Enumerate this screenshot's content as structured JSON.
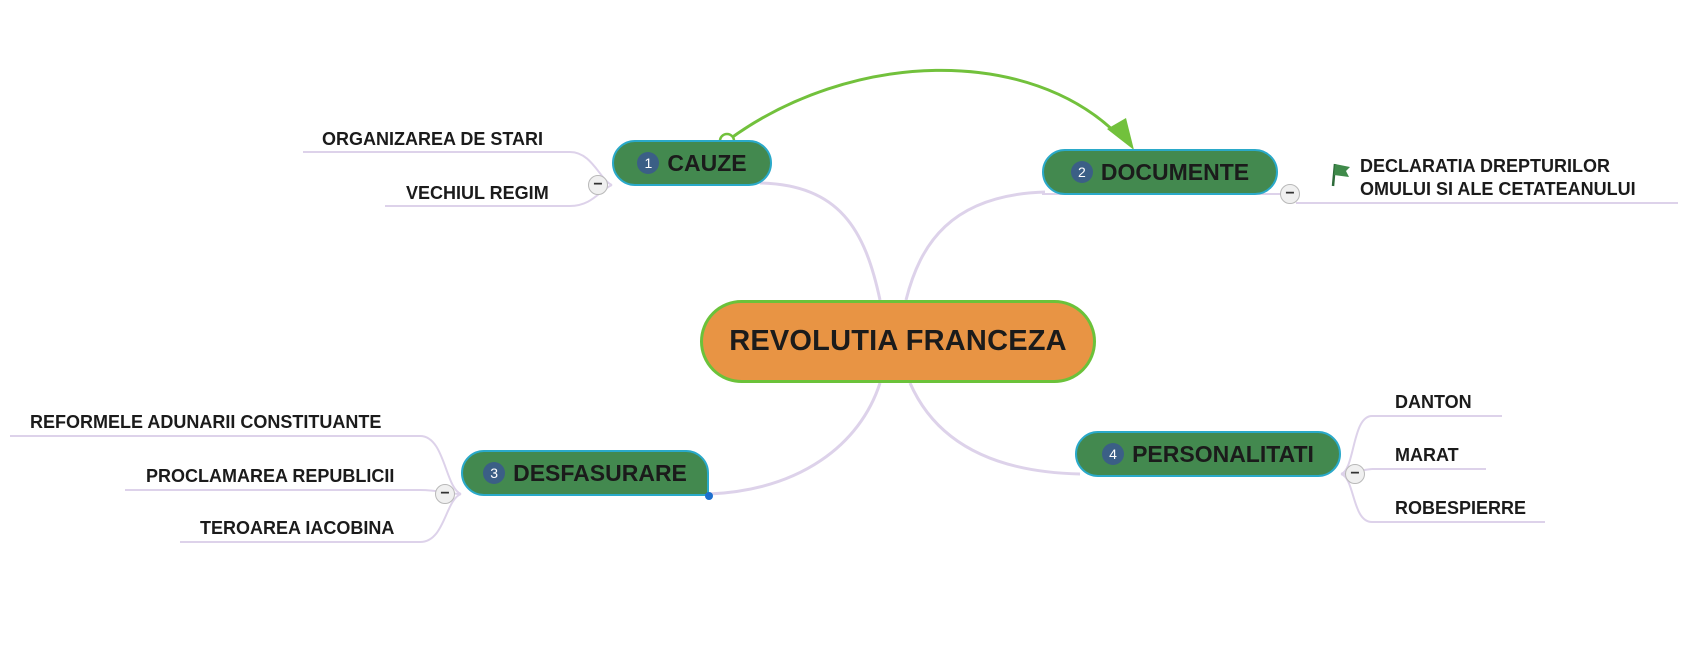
{
  "central": {
    "label": "REVOLUTIA FRANCEZA"
  },
  "branches": [
    {
      "number": "1",
      "label": "CAUZE",
      "collapse_symbol": "−",
      "children": [
        "ORGANIZAREA DE STARI",
        "VECHIUL REGIM"
      ]
    },
    {
      "number": "2",
      "label": "DOCUMENTE",
      "collapse_symbol": "−",
      "marker_icon": "flag-icon",
      "children": [
        "DECLARATIA DREPTURILOR",
        "OMULUI SI ALE CETATEANULUI"
      ]
    },
    {
      "number": "3",
      "label": "DESFASURARE",
      "collapse_symbol": "−",
      "children": [
        "REFORMELE ADUNARII CONSTITUANTE",
        "PROCLAMAREA REPUBLICII",
        "TEROAREA IACOBINA"
      ]
    },
    {
      "number": "4",
      "label": "PERSONALITATI",
      "collapse_symbol": "−",
      "children": [
        "DANTON",
        "MARAT",
        "ROBESPIERRE"
      ]
    }
  ],
  "relationship": {
    "from": "CAUZE",
    "to": "DOCUMENTE",
    "type": "arrow"
  },
  "colors": {
    "central_fill": "#e89444",
    "central_border": "#6bc23a",
    "branch_fill": "#43894f",
    "branch_border": "#2aa9c9",
    "number_badge": "#3b5f86",
    "connector": "#ddd2ea",
    "relationship_arrow": "#72c13c"
  }
}
